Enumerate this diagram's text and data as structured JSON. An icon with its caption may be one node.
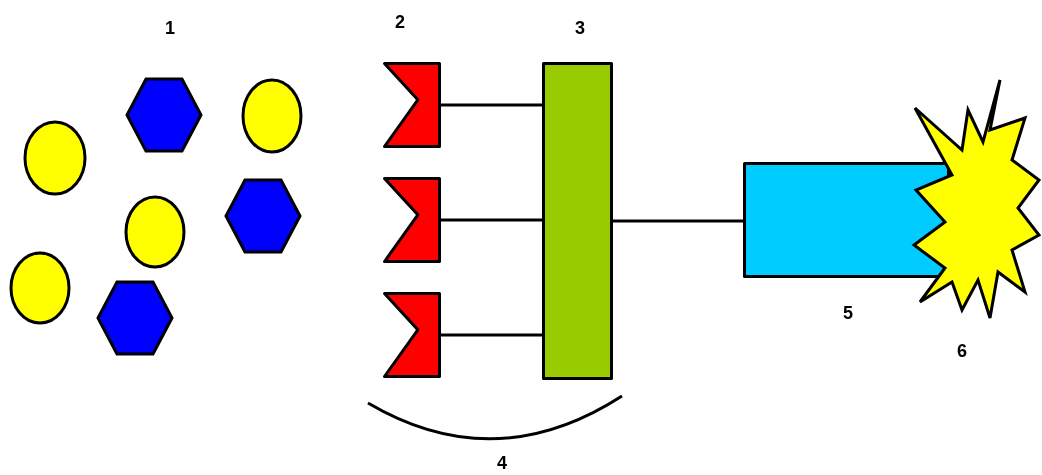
{
  "diagram": {
    "nodes": [
      {
        "text": [],
        "shape": "notch"
      },
      {
        "text": [],
        "shape": "notch"
      },
      {
        "text": [],
        "shape": "notch"
      },
      {
        "text": [],
        "shape": "bar"
      },
      {
        "text": [],
        "shape": "box"
      }
    ],
    "edges": [
      {
        "from": 0,
        "to": 3,
        "arrow": "none"
      },
      {
        "from": 1,
        "to": 3,
        "arrow": "none"
      },
      {
        "from": 2,
        "to": 3,
        "arrow": "none"
      },
      {
        "from": 3,
        "to": 4,
        "arrow": "none"
      }
    ],
    "labels": [
      "1",
      "2",
      "3",
      "4",
      "5",
      "6"
    ]
  }
}
